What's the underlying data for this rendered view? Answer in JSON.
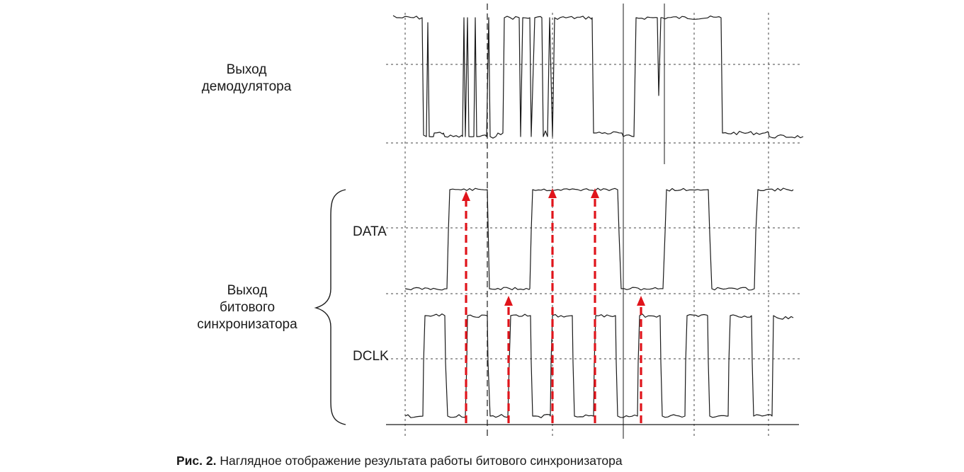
{
  "labels": {
    "demod_line1": "Выход",
    "demod_line2": "демодулятора",
    "bitsync_line1": "Выход",
    "bitsync_line2": "битового",
    "bitsync_line3": "синхронизатора",
    "data": "DATA",
    "dclk": "DCLK"
  },
  "caption": {
    "prefix": "Рис. 2.",
    "text": "Наглядное отображение результата работы битового синхронизатора"
  },
  "colors": {
    "trace": "#1a1a1a",
    "arrow": "#e0141b",
    "grid": "#444444"
  }
}
